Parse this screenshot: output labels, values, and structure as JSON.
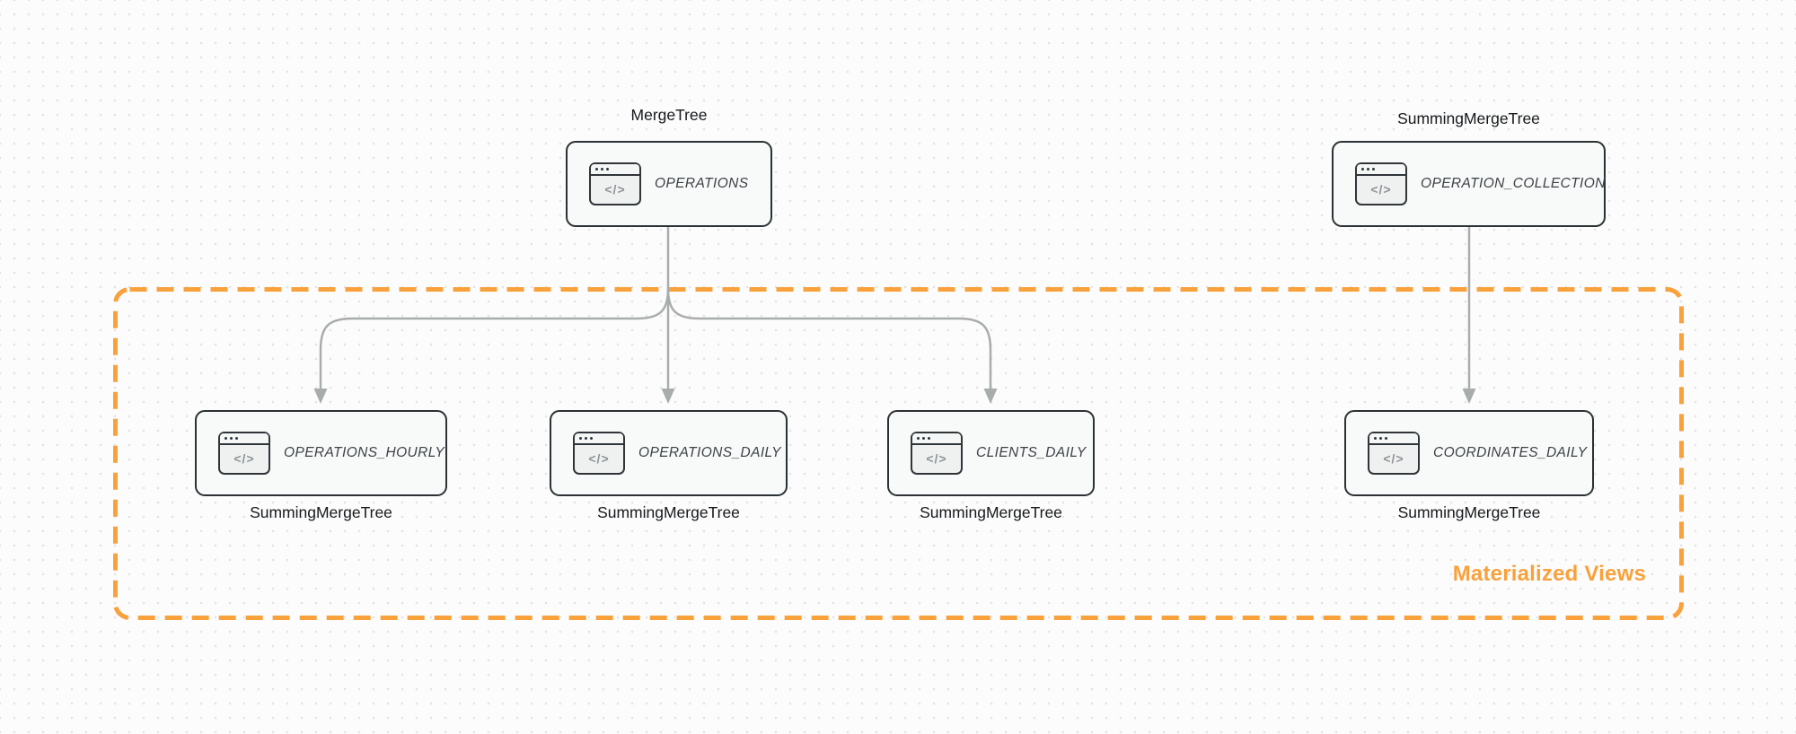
{
  "canvas": {
    "background_color": "#FCFCFC",
    "dot_color": "#E3E3E3"
  },
  "diagram": {
    "source_tables": [
      {
        "title": "OPERATIONS",
        "engine": "MergeTree"
      },
      {
        "title": "OPERATION_COLLECTION",
        "engine": "SummingMergeTree"
      }
    ],
    "view_tables": [
      {
        "title": "OPERATIONS_HOURLY",
        "engine": "SummingMergeTree"
      },
      {
        "title": "OPERATIONS_DAILY",
        "engine": "SummingMergeTree"
      },
      {
        "title": "CLIENTS_DAILY",
        "engine": "SummingMergeTree"
      },
      {
        "title": "COORDINATES_DAILY",
        "engine": "SummingMergeTree"
      }
    ],
    "edges": [
      {
        "from": "OPERATIONS",
        "to": "OPERATIONS_HOURLY"
      },
      {
        "from": "OPERATIONS",
        "to": "OPERATIONS_DAILY"
      },
      {
        "from": "OPERATIONS",
        "to": "CLIENTS_DAILY"
      },
      {
        "from": "OPERATION_COLLECTION",
        "to": "COORDINATES_DAILY"
      }
    ],
    "group": {
      "label": "Materialized Views",
      "border_color": "#F9A13B",
      "label_color": "#F9A13B"
    },
    "icon": {
      "name": "code-window-icon",
      "glyph": "</>"
    },
    "colors": {
      "node_border": "#2B3134",
      "node_fill": "#F8F9F9",
      "node_text": "#3C4247",
      "edge": "#A9ACAD",
      "label_text": "#16191C"
    }
  }
}
